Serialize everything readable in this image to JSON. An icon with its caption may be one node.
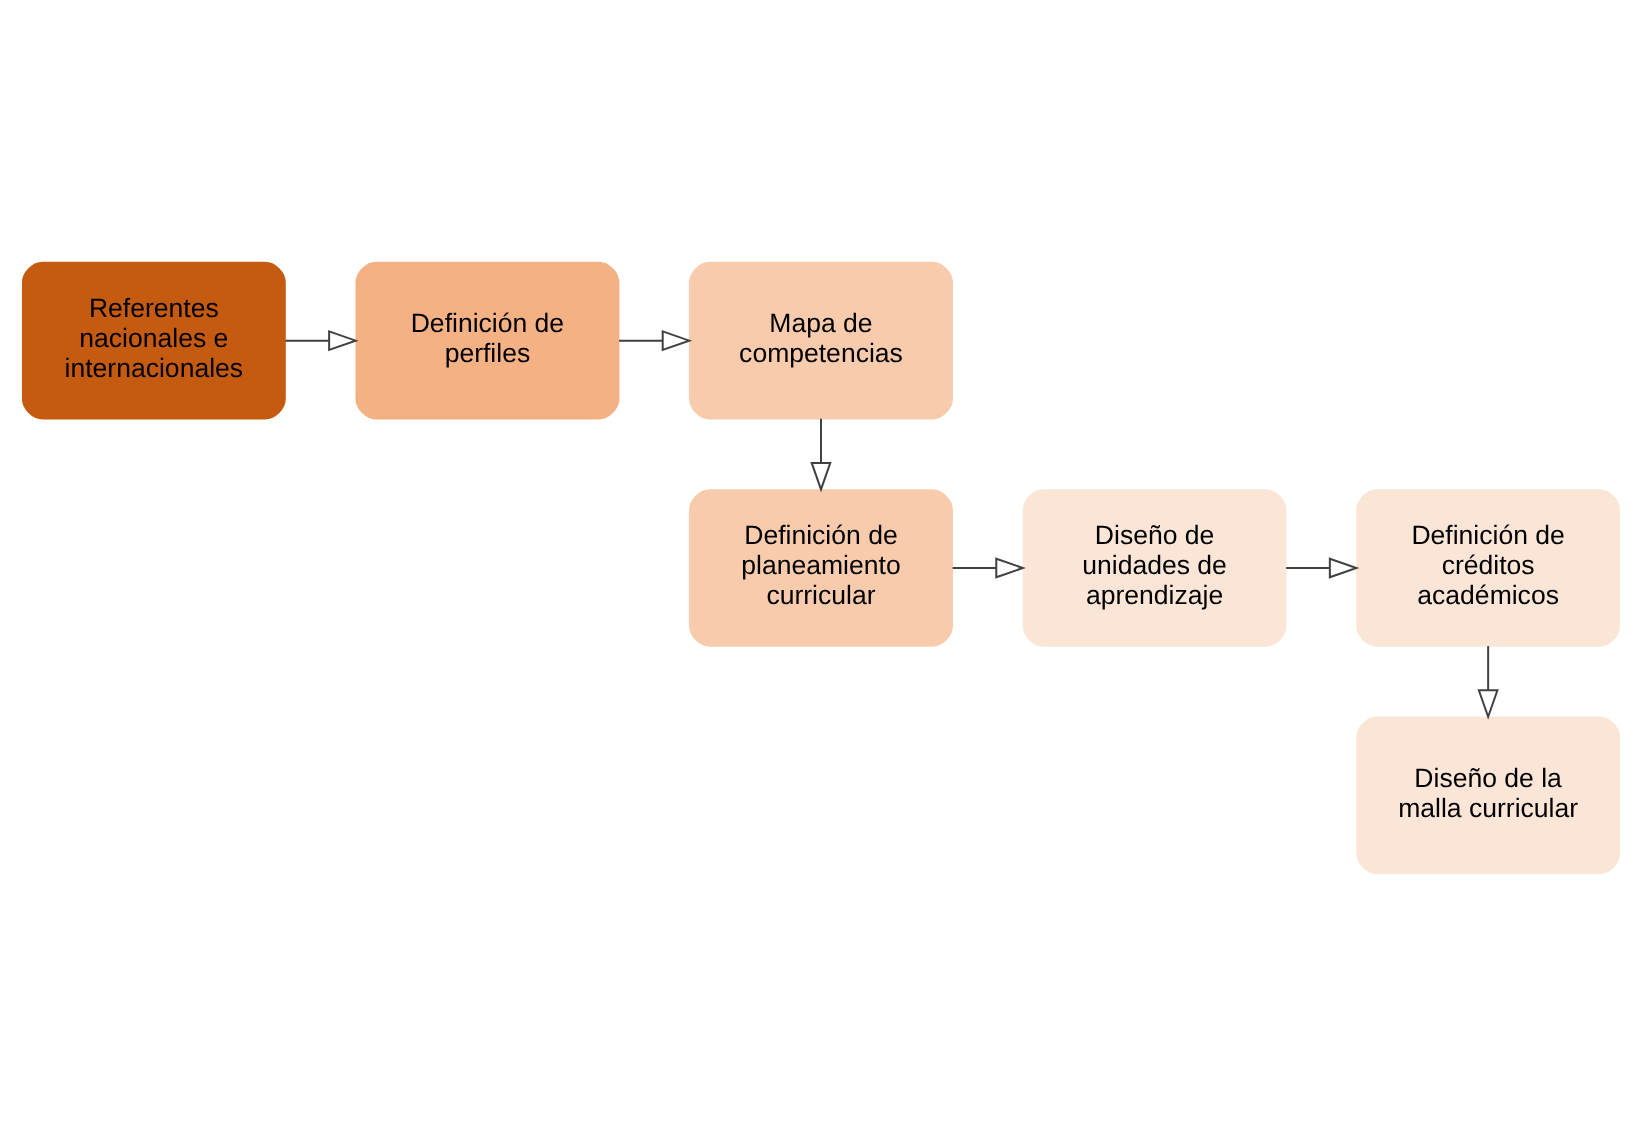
{
  "diagram": {
    "nodes": [
      {
        "text": [
          "Referentes nacionales e internacionales"
        ]
      },
      {
        "text": [
          "Definición de perfiles"
        ]
      },
      {
        "text": [
          "Mapa de competencias"
        ]
      },
      {
        "text": [
          "Definición de planeamiento curricular"
        ]
      },
      {
        "text": [
          "Diseño de unidades de aprendizaje"
        ]
      },
      {
        "text": [
          "Definición de créditos académicos"
        ]
      },
      {
        "text": [
          "Diseño de la malla curricular"
        ]
      }
    ],
    "edges": [
      {
        "from": 0,
        "to": 1,
        "arrow": "to"
      },
      {
        "from": 1,
        "to": 2,
        "arrow": "to"
      },
      {
        "from": 2,
        "to": 3,
        "arrow": "to"
      },
      {
        "from": 3,
        "to": 4,
        "arrow": "to"
      },
      {
        "from": 4,
        "to": 5,
        "arrow": "to"
      },
      {
        "from": 5,
        "to": 6,
        "arrow": "to"
      }
    ]
  }
}
